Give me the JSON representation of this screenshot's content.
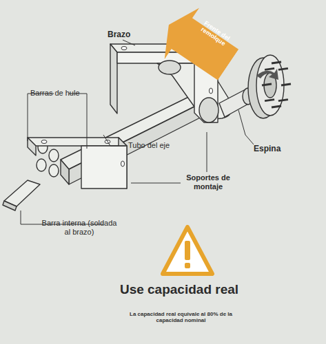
{
  "diagram": {
    "nodes": [
      {
        "text": [
          "Frente del remolque"
        ]
      }
    ],
    "edges": [],
    "labels": [
      "Brazo",
      "Barras de hule",
      "Tubo del eje",
      "Espina",
      "Soportes de montaje",
      "Barra interna (soldada al brazo)",
      "Use capacidad real",
      "La capacidad real equivale al 80% de la capacidad nominal"
    ]
  }
}
